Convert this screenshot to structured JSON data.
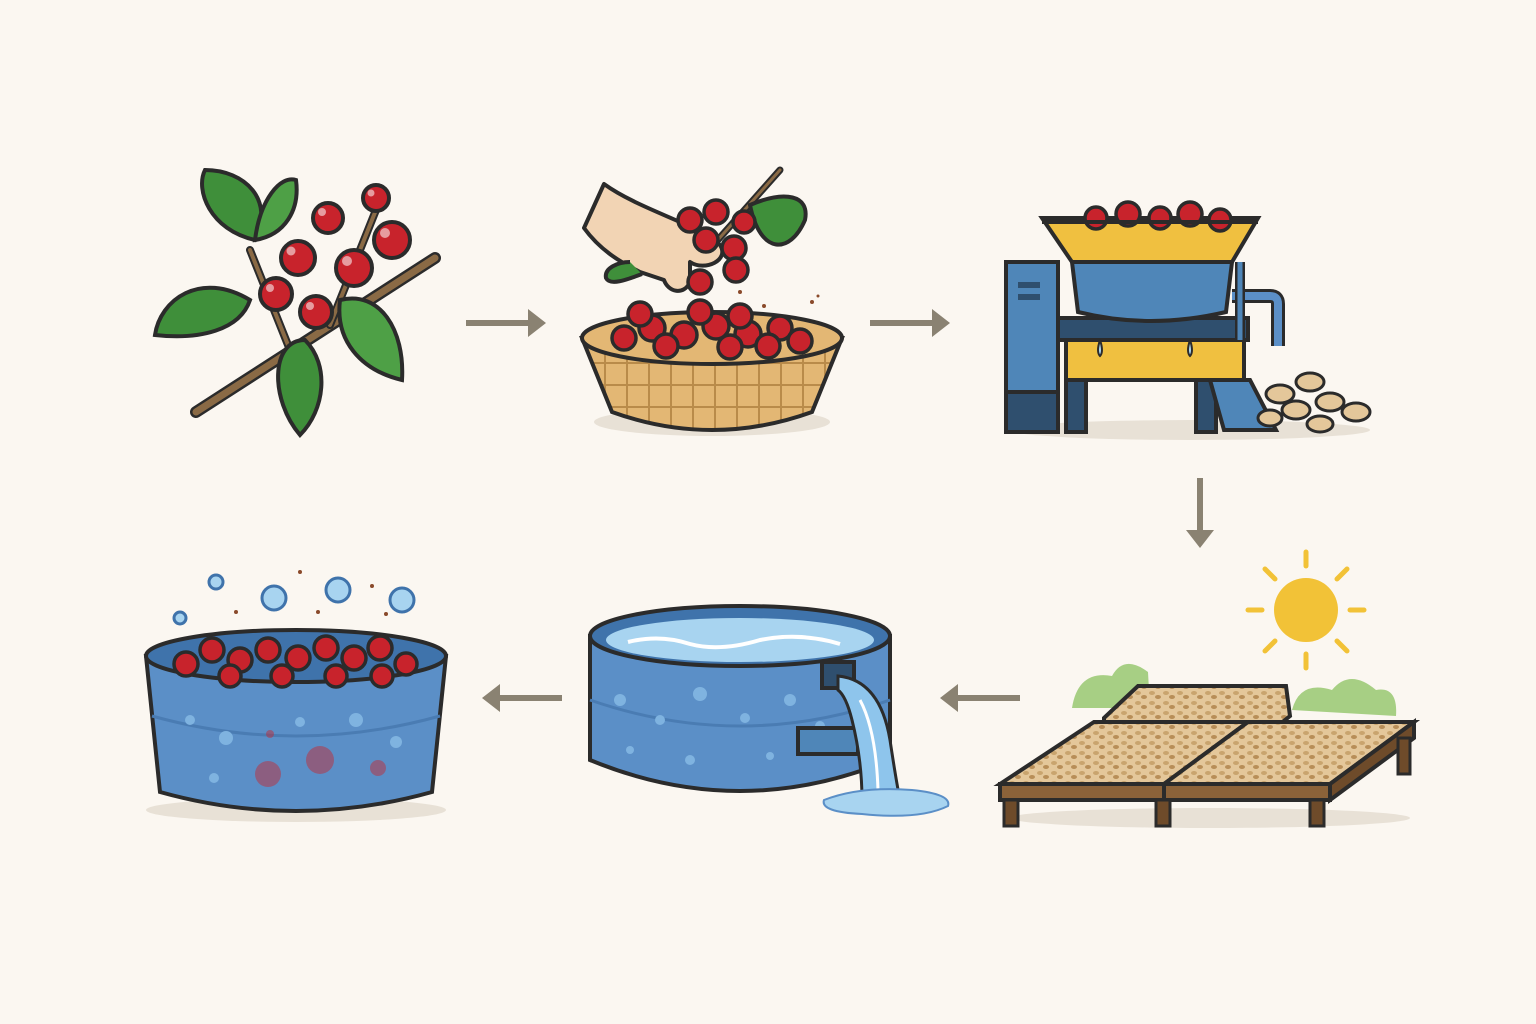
{
  "diagram": {
    "type": "process-cycle",
    "background": "#fbf7f1",
    "colors": {
      "outline": "#2b2b2b",
      "cherry": "#c8232c",
      "leaf": "#3f8f3a",
      "branch": "#8a6a45",
      "basket": "#e3b774",
      "machine_blue": "#4f86b8",
      "machine_navy": "#2f4f6e",
      "machine_yellow": "#f0c040",
      "water": "#5b8fc7",
      "water_light": "#a8d4f0",
      "wood": "#8b6239",
      "beans": "#e4c79a",
      "sun": "#f2c237",
      "arrow": "#8a8272"
    },
    "steps": [
      {
        "id": "cherries-on-branch",
        "icon": "coffee-branch-icon"
      },
      {
        "id": "hand-picking",
        "icon": "hand-basket-icon"
      },
      {
        "id": "pulping",
        "icon": "pulping-machine-icon"
      },
      {
        "id": "sun-drying",
        "icon": "drying-beds-icon"
      },
      {
        "id": "fermentation",
        "icon": "fermentation-tank-icon"
      },
      {
        "id": "washing",
        "icon": "washing-tub-icon"
      }
    ],
    "arrows": [
      {
        "from": "cherries-on-branch",
        "to": "hand-picking",
        "direction": "right"
      },
      {
        "from": "hand-picking",
        "to": "pulping",
        "direction": "right"
      },
      {
        "from": "pulping",
        "to": "sun-drying",
        "direction": "down"
      },
      {
        "from": "sun-drying",
        "to": "fermentation",
        "direction": "left"
      },
      {
        "from": "fermentation",
        "to": "washing",
        "direction": "left"
      }
    ]
  }
}
